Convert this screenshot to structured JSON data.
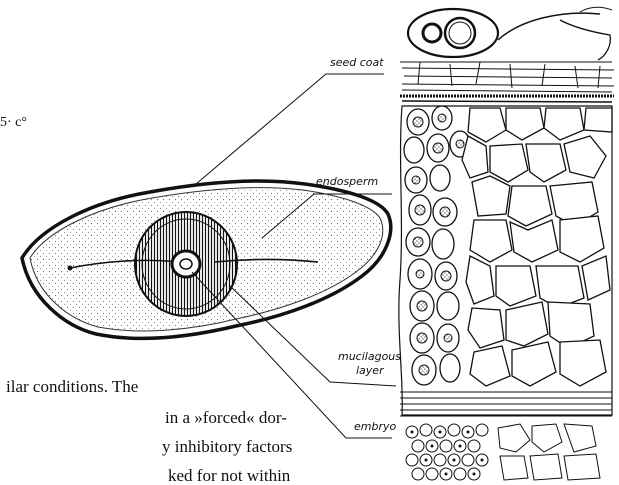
{
  "labels": {
    "seed_coat": "seed coat",
    "endosperm": "endosperm",
    "mucilage_line1": "mucilagous",
    "mucilage_line2": "layer",
    "embryo": "embryo"
  },
  "page_fragment": "5· c°",
  "body_text": [
    "ilar conditions. The",
    "in a »forced« dor-",
    "y inhibitory factors",
    "ked for not within"
  ]
}
